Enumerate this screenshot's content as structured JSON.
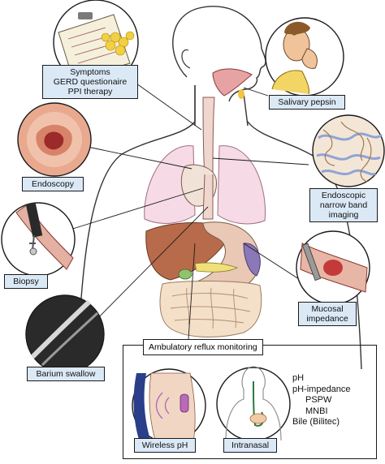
{
  "labels": {
    "symptoms": [
      "Symptoms",
      "GERD questionaire",
      "PPI therapy"
    ],
    "salivary": "Salivary pepsin",
    "endoscopy": "Endoscopy",
    "nbi": [
      "Endoscopic",
      "narrow band",
      "imaging"
    ],
    "biopsy": "Biopsy",
    "mucosal": [
      "Mucosal",
      "impedance"
    ],
    "barium": "Barium swallow",
    "ambulatory": "Ambulatory reflux monitoring",
    "wireless": "Wireless pH",
    "intranasal": "Intranasal"
  },
  "monitoring_list": [
    "pH",
    "pH-impedance",
    "PSPW",
    "MNBI",
    "Bile (Bilitec)"
  ],
  "colors": {
    "label_bg": "#dbe9f7",
    "line": "#1a1a1a",
    "skin": "#ffffff",
    "lung": "#f6dbe6",
    "liver": "#b76b4a",
    "stomach": "#e9c9b5",
    "mucosa": "#c43a3a"
  }
}
